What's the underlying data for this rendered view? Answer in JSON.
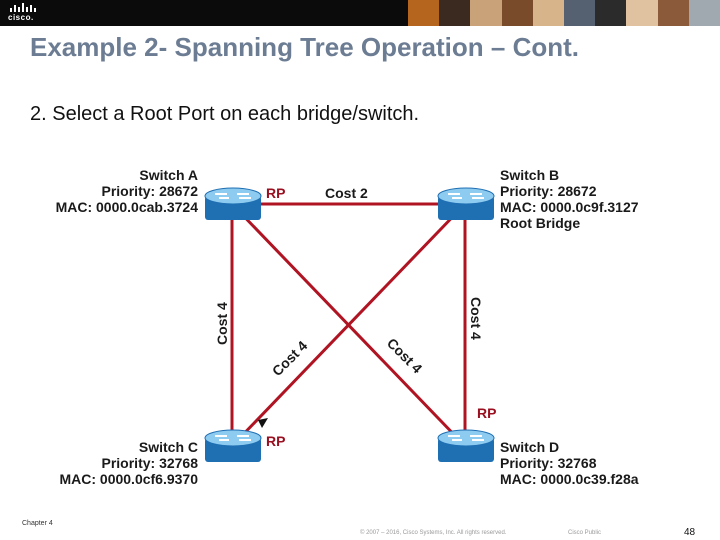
{
  "header": {
    "logo_text": "cisco.",
    "photo_strip_colors": [
      "#b5651d",
      "#3a2a20",
      "#c9a27a",
      "#7a4b2a",
      "#d8b48a",
      "#556070",
      "#2b2b2b",
      "#e0c2a0",
      "#8a5a3a",
      "#a0a8b0"
    ]
  },
  "slide": {
    "title": "Example 2- Spanning Tree Operation – Cont.",
    "bullet": "2. Select a Root Port on each bridge/switch."
  },
  "diagram": {
    "colors": {
      "link": "#b01423",
      "switch_body": "#1f6fb3",
      "switch_top": "#8ecbf0"
    },
    "switches": [
      {
        "id": "A",
        "name": "Switch A",
        "priority": "Priority: 28672",
        "mac": "MAC: 0000.0cab.3724",
        "extra": ""
      },
      {
        "id": "B",
        "name": "Switch B",
        "priority": "Priority: 28672",
        "mac": "MAC: 0000.0c9f.3127",
        "extra": "Root Bridge"
      },
      {
        "id": "C",
        "name": "Switch C",
        "priority": "Priority: 32768",
        "mac": "MAC: 0000.0cf6.9370",
        "extra": ""
      },
      {
        "id": "D",
        "name": "Switch D",
        "priority": "Priority: 32768",
        "mac": "MAC: 0000.0c39.f28a",
        "extra": ""
      }
    ],
    "links": [
      {
        "from": "A",
        "to": "B",
        "cost": "Cost 2"
      },
      {
        "from": "A",
        "to": "C",
        "cost": "Cost 4"
      },
      {
        "from": "B",
        "to": "D",
        "cost": "Cost 4"
      },
      {
        "from": "B",
        "to": "C",
        "cost": "Cost 4"
      },
      {
        "from": "A",
        "to": "D",
        "cost": "Cost 4"
      }
    ],
    "root_ports": [
      {
        "switch": "A",
        "label": "RP"
      },
      {
        "switch": "C",
        "label": "RP"
      },
      {
        "switch": "D",
        "label": "RP"
      }
    ]
  },
  "footer": {
    "chapter": "Chapter 4",
    "copyright": "© 2007 – 2016, Cisco Systems, Inc. All rights reserved.",
    "classification": "Cisco Public",
    "page": "48"
  }
}
